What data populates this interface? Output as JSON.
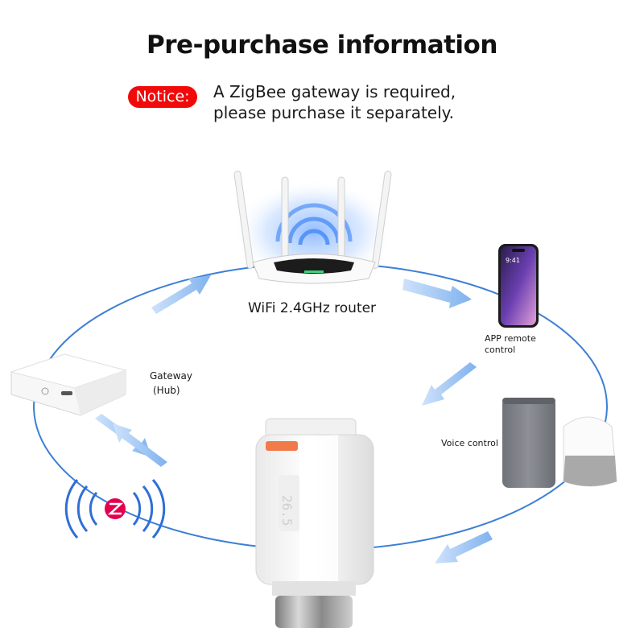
{
  "title": "Pre-purchase information",
  "notice": {
    "badge": "Notice:",
    "line1": "A ZigBee gateway is required,",
    "line2": "please purchase it separately."
  },
  "labels": {
    "router": "WiFi 2.4GHz router",
    "app_line1": "APP remote",
    "app_line2": "control",
    "gateway": "Gateway",
    "hub": "(Hub)",
    "voice": "Voice control"
  },
  "display": {
    "temperature": "26.5"
  },
  "colors": {
    "accent_red": "#f20a0a",
    "orbit_blue": "#3d7fd6",
    "arrow_blue": "#8fbcef",
    "zigbee_red": "#e5004f"
  }
}
